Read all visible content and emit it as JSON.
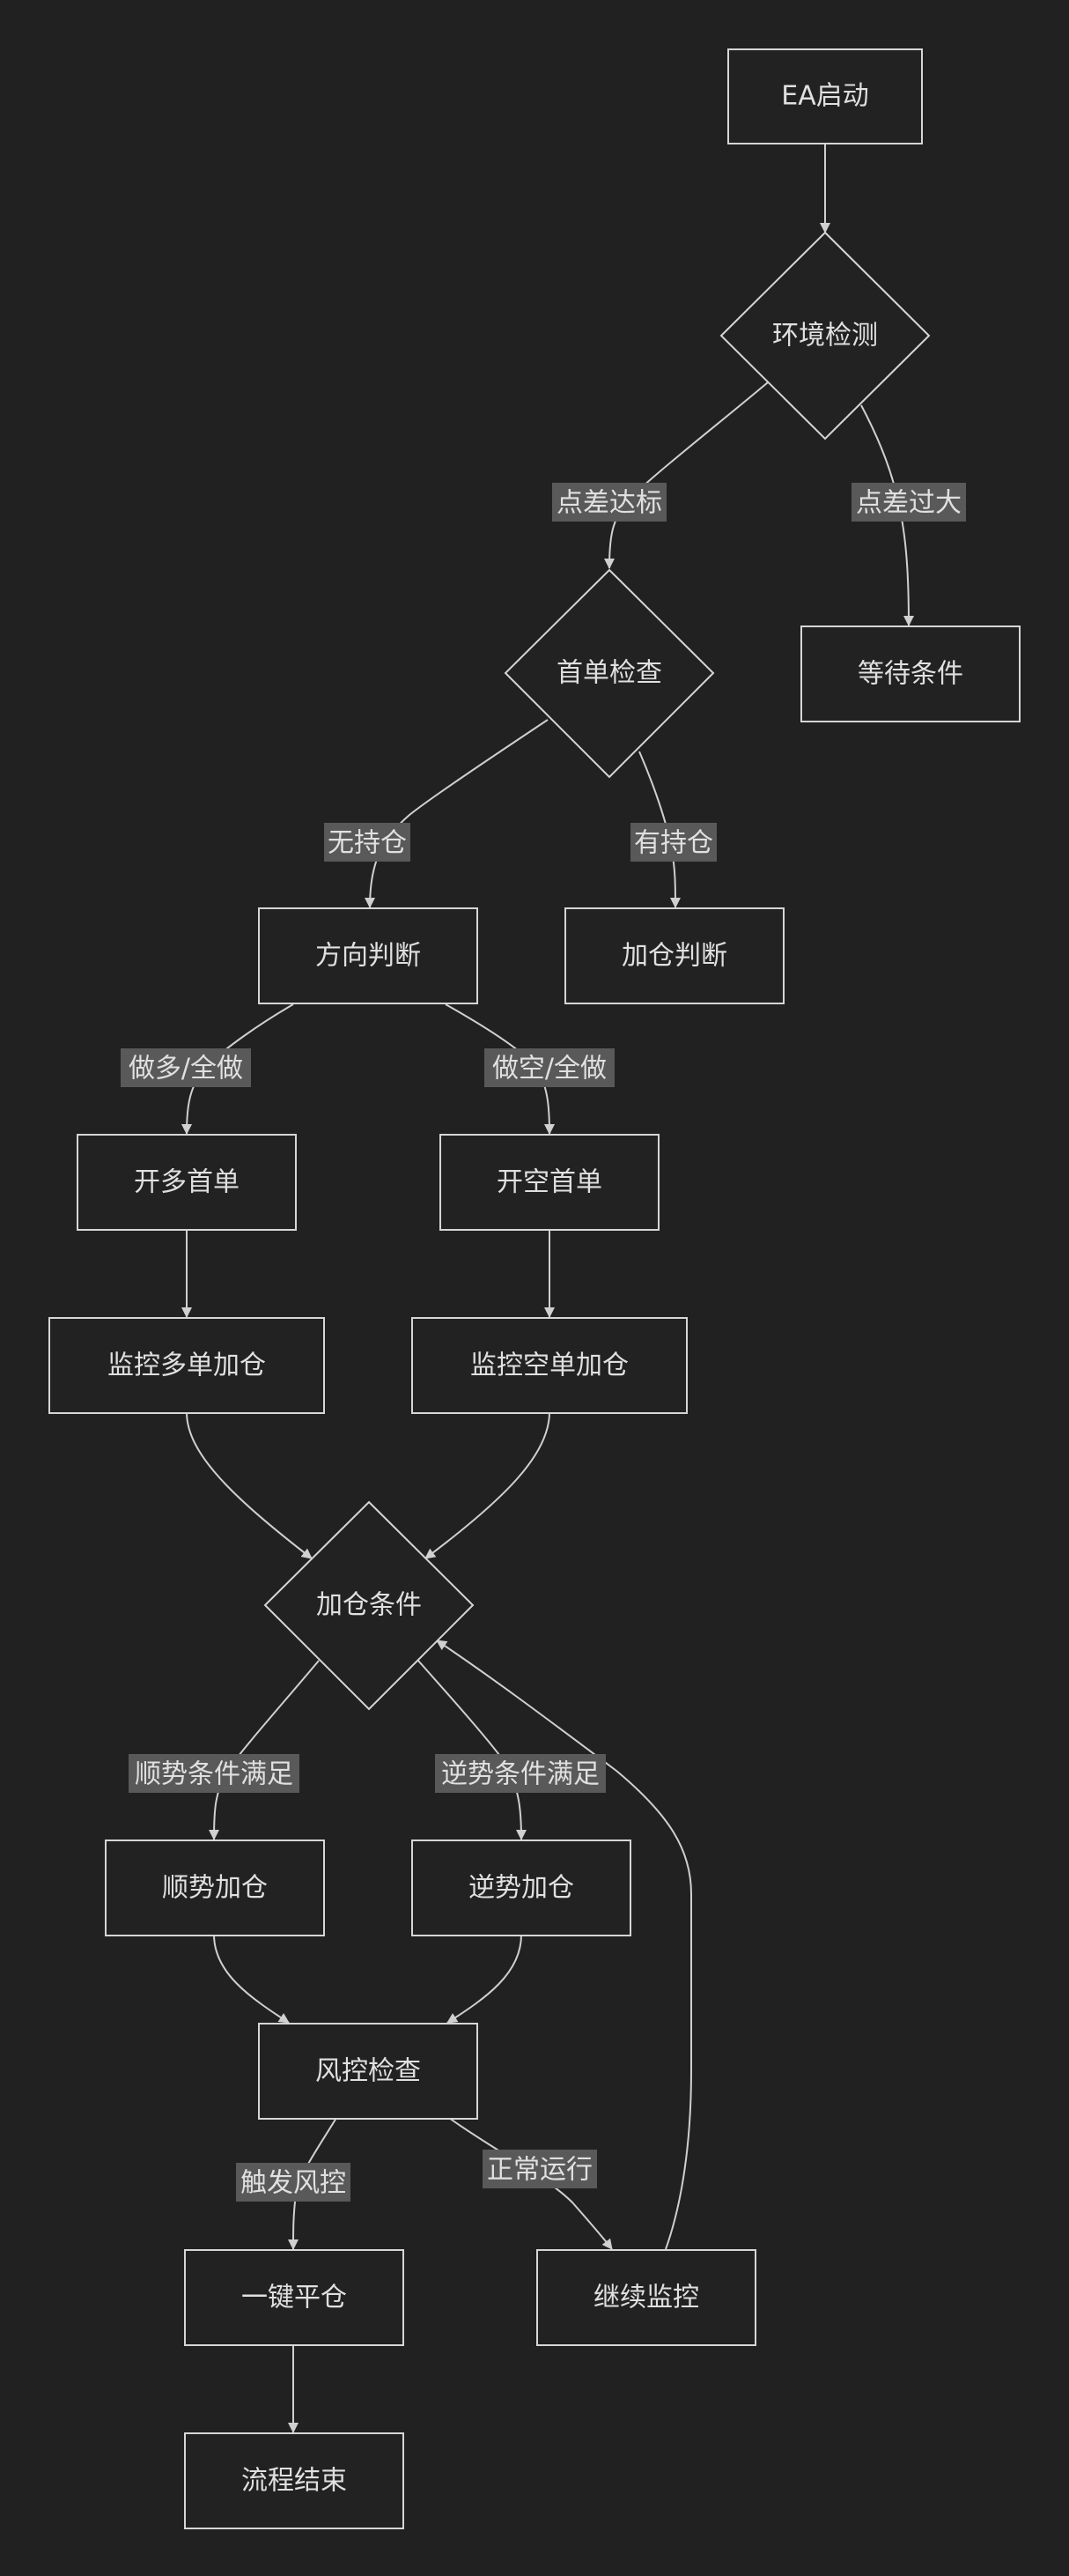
{
  "diagram": {
    "nodes": {
      "ea_start": "EA启动",
      "env_check": "环境检测",
      "wait_condition": "等待条件",
      "first_order_check": "首单检查",
      "direction_judge": "方向判断",
      "add_position_judge": "加仓判断",
      "open_long_first": "开多首单",
      "open_short_first": "开空首单",
      "monitor_long_add": "监控多单加仓",
      "monitor_short_add": "监控空单加仓",
      "add_condition": "加仓条件",
      "trend_add": "顺势加仓",
      "counter_trend_add": "逆势加仓",
      "risk_check": "风控检查",
      "close_all": "一键平仓",
      "continue_monitor": "继续监控",
      "process_end": "流程结束"
    },
    "edge_labels": {
      "spread_ok": "点差达标",
      "spread_too_large": "点差过大",
      "no_position": "无持仓",
      "has_position": "有持仓",
      "long_or_all": "做多/全做",
      "short_or_all": "做空/全做",
      "trend_met": "顺势条件满足",
      "counter_met": "逆势条件满足",
      "risk_triggered": "触发风控",
      "normal_run": "正常运行"
    }
  }
}
